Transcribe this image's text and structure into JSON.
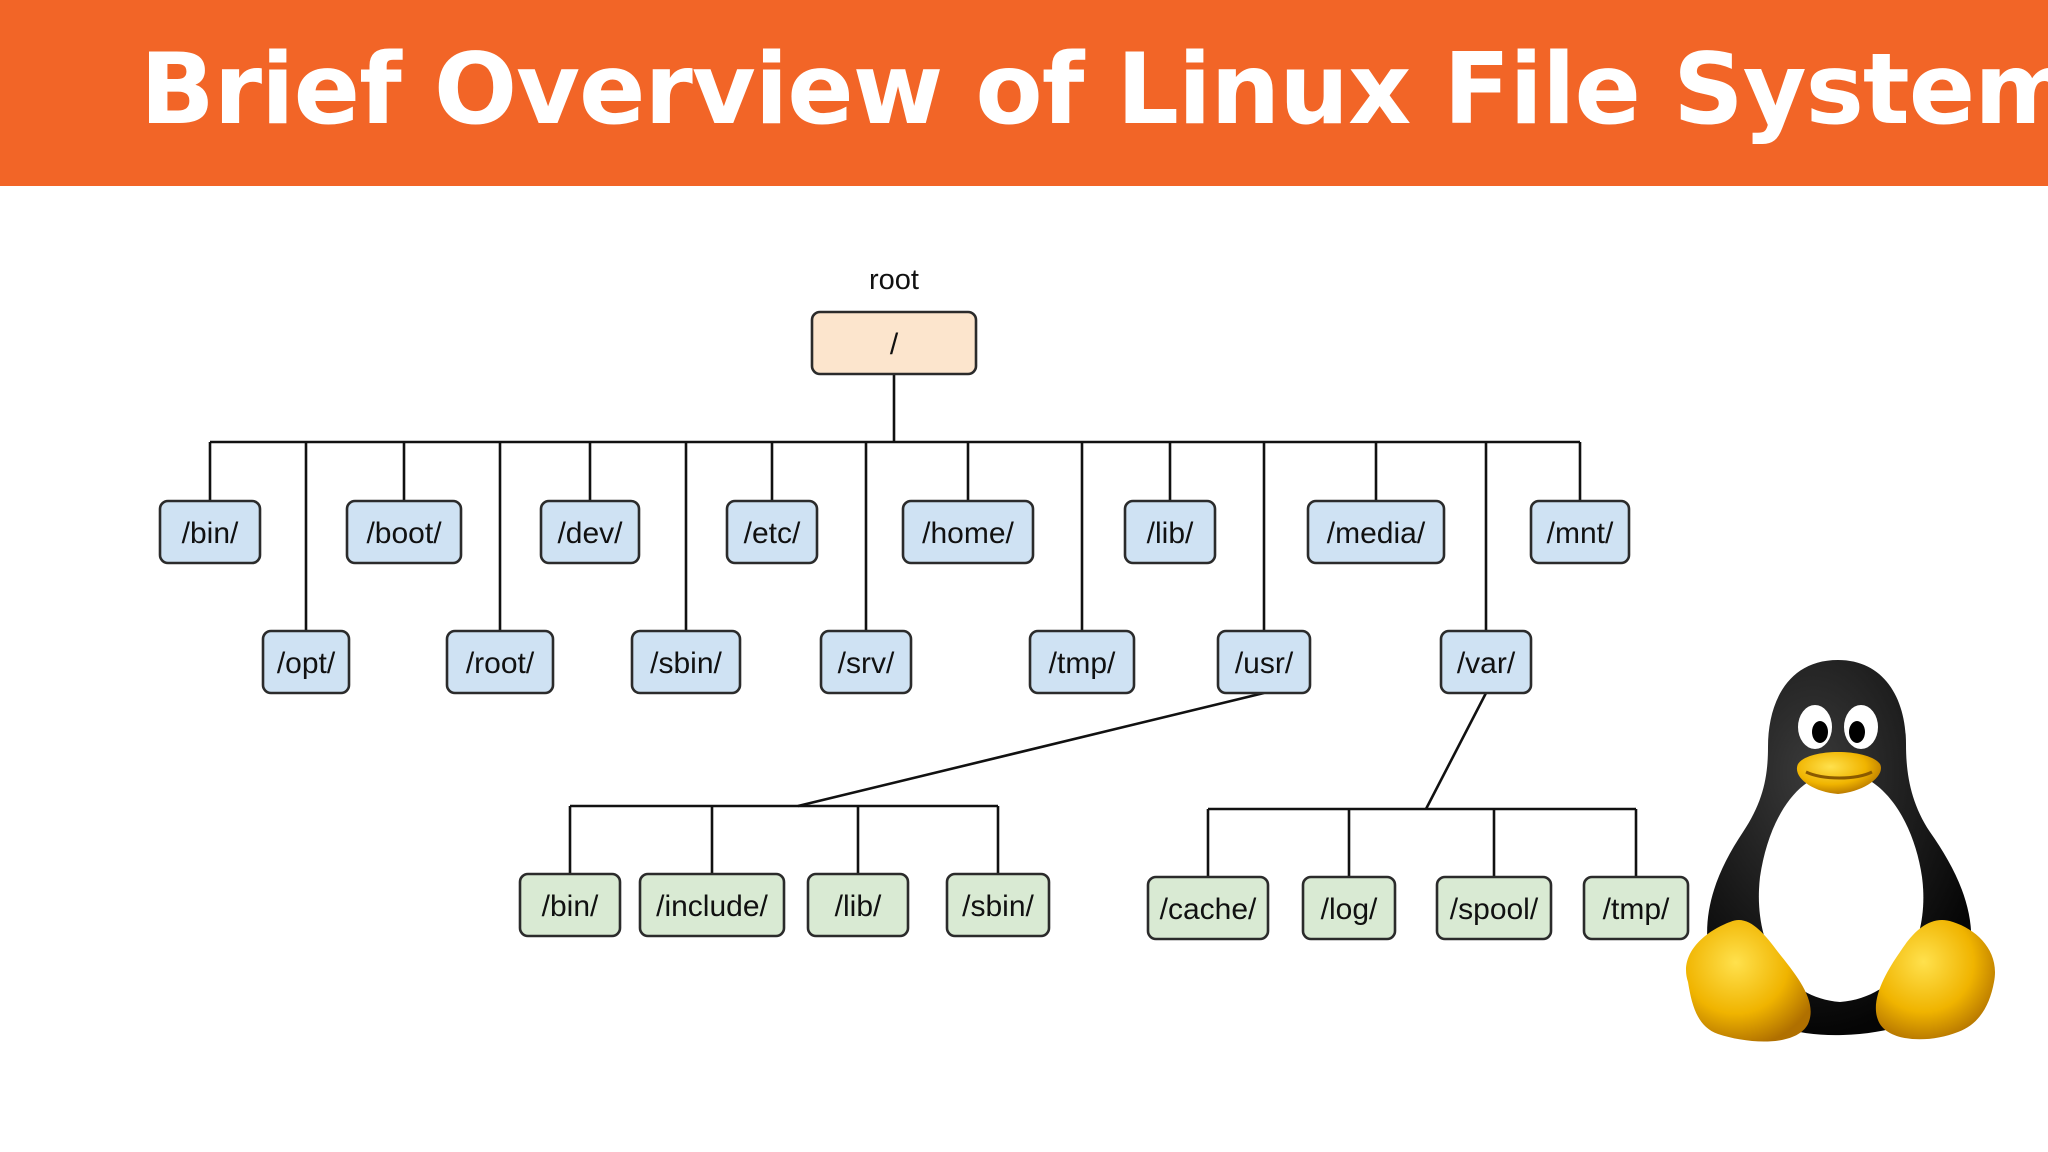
{
  "header": {
    "title": "Brief Overview of Linux File System"
  },
  "root": {
    "caption": "root",
    "label": "/"
  },
  "top_level": [
    "/bin/",
    "/opt/",
    "/boot/",
    "/root/",
    "/dev/",
    "/sbin/",
    "/etc/",
    "/srv/",
    "/home/",
    "/tmp/",
    "/lib/",
    "/usr/",
    "/media/",
    "/var/",
    "/mnt/"
  ],
  "usr_children": [
    "/bin/",
    "/include/",
    "/lib/",
    "/sbin/"
  ],
  "var_children": [
    "/cache/",
    "/log/",
    "/spool/",
    "/tmp/"
  ],
  "colors": {
    "banner": "#F26527",
    "root_fill": "#FCE5CD",
    "level1_fill": "#CFE2F3",
    "level2_fill": "#D9EAD3",
    "outline": "#2b2b2b"
  },
  "icons": {
    "mascot": "tux-penguin-icon"
  }
}
